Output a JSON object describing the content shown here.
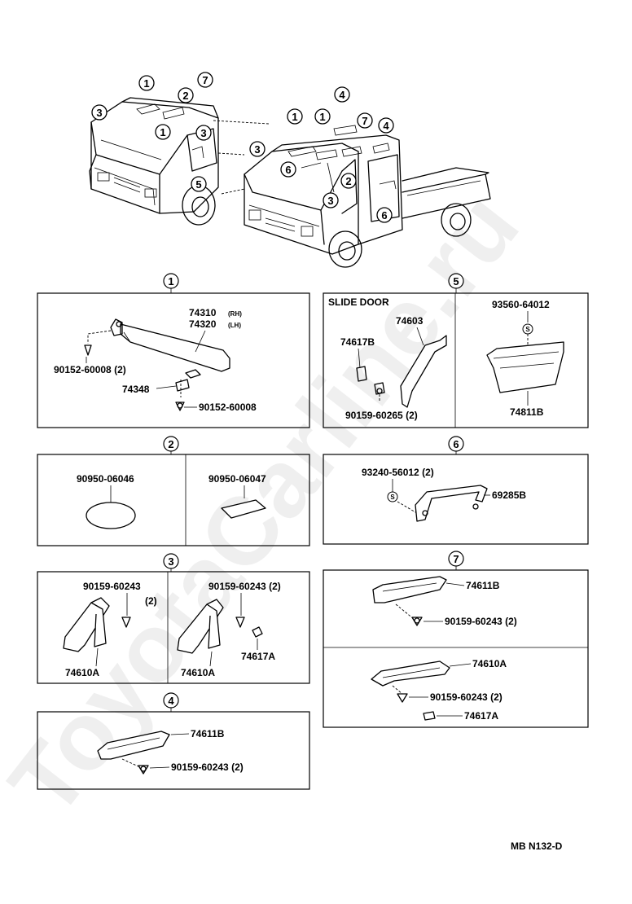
{
  "watermark": "ToyotaCarline.ru",
  "code": "MB N132-D",
  "sections": {
    "s1": {
      "num": "1",
      "part_rh": "74310",
      "rh": "(RH)",
      "part_lh": "74320",
      "lh": "(LH)",
      "screw_a": "90152-60008 (2)",
      "bracket": "74348",
      "screw_b": "90152-60008"
    },
    "s2": {
      "num": "2",
      "left": "90950-06046",
      "right": "90950-06047"
    },
    "s3": {
      "num": "3",
      "screw_l": "90159-60243",
      "screw_l_qty": "(2)",
      "grip_l": "74610A",
      "screw_r": "90159-60243 (2)",
      "grip_r": "74610A",
      "clip_r": "74617A"
    },
    "s4": {
      "num": "4",
      "grip": "74611B",
      "screw": "90159-60243 (2)"
    },
    "s5": {
      "num": "5",
      "title": "SLIDE DOOR",
      "clip": "74617B",
      "handle": "74603",
      "screw": "90159-60265 (2)",
      "screw_s": "93560-64012",
      "pocket": "74811B"
    },
    "s6": {
      "num": "6",
      "screw": "93240-56012 (2)",
      "grip": "69285B"
    },
    "s7": {
      "num": "7",
      "grip_a": "74611B",
      "screw_a": "90159-60243 (2)",
      "grip_b": "74610A",
      "screw_b": "90159-60243 (2)",
      "clip_b": "74617A"
    }
  },
  "overview": {
    "left_truck_callouts": [
      "1",
      "2",
      "7",
      "3",
      "1",
      "3",
      "5"
    ],
    "right_truck_callouts": [
      "1",
      "1",
      "4",
      "7",
      "4",
      "3",
      "6",
      "2",
      "3",
      "6"
    ]
  },
  "s_mark": "S"
}
